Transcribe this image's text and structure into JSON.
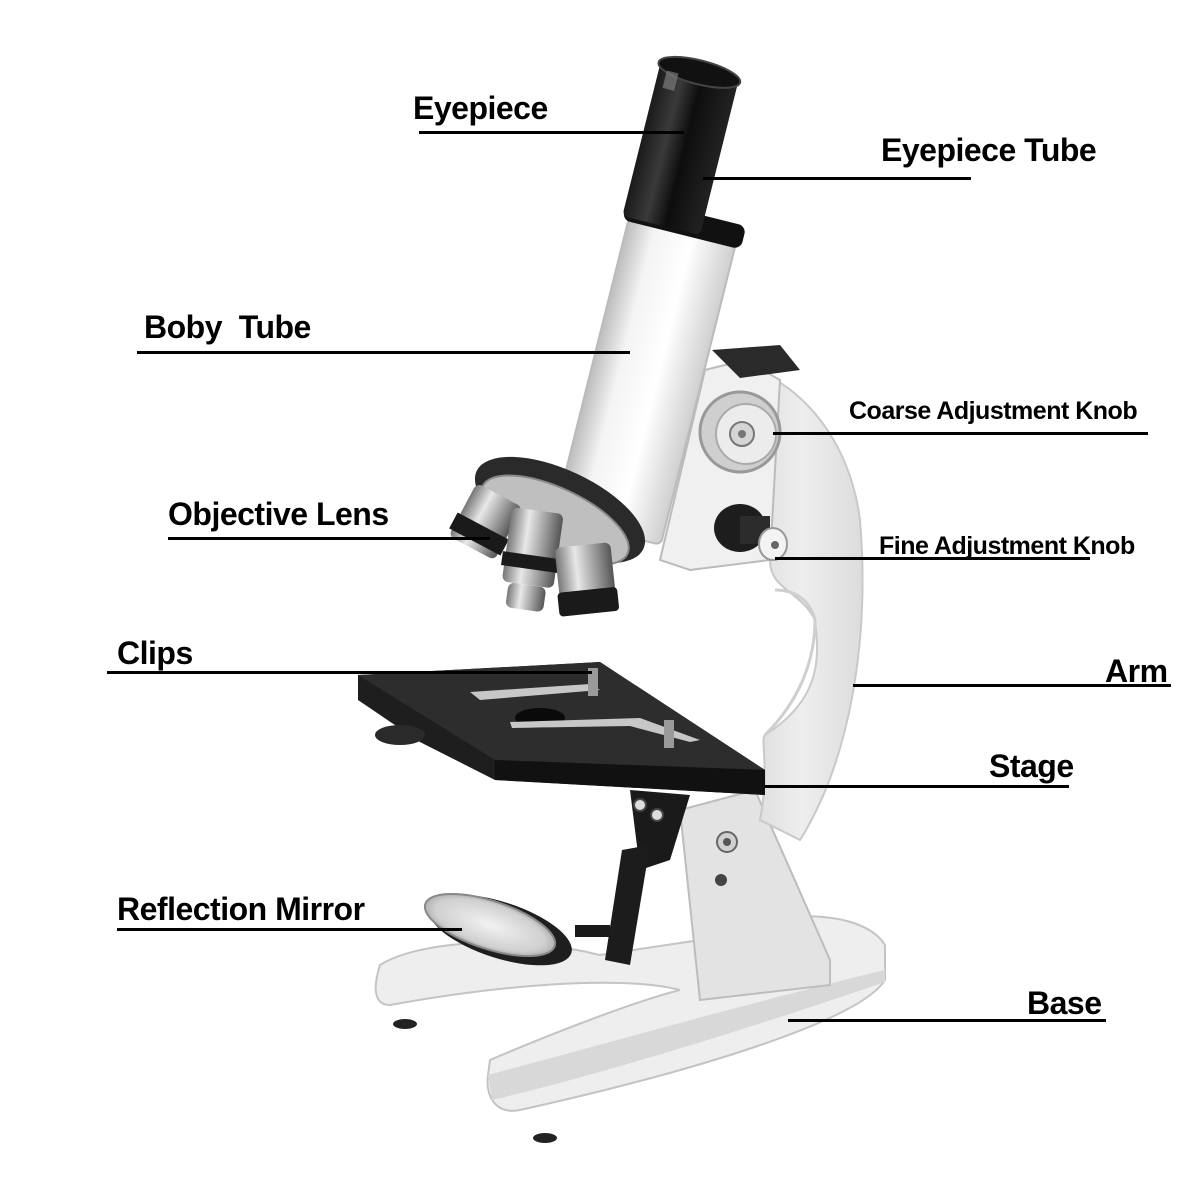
{
  "diagram": {
    "subject": "Compound light microscope",
    "background": "#ffffff",
    "line_color": "#000000",
    "labels": [
      {
        "id": "eyepiece",
        "text": "Eyepiece"
      },
      {
        "id": "eyepiece_tube",
        "text": "Eyepiece Tube"
      },
      {
        "id": "body_tube",
        "text": "Boby  Tube"
      },
      {
        "id": "coarse_knob",
        "text": "Coarse Adjustment Knob"
      },
      {
        "id": "objective_lens",
        "text": "Objective Lens"
      },
      {
        "id": "fine_knob",
        "text": "Fine Adjustment Knob"
      },
      {
        "id": "clips",
        "text": "Clips"
      },
      {
        "id": "arm",
        "text": "Arm"
      },
      {
        "id": "stage",
        "text": "Stage"
      },
      {
        "id": "mirror",
        "text": "Reflection Mirror"
      },
      {
        "id": "base",
        "text": "Base"
      }
    ]
  }
}
